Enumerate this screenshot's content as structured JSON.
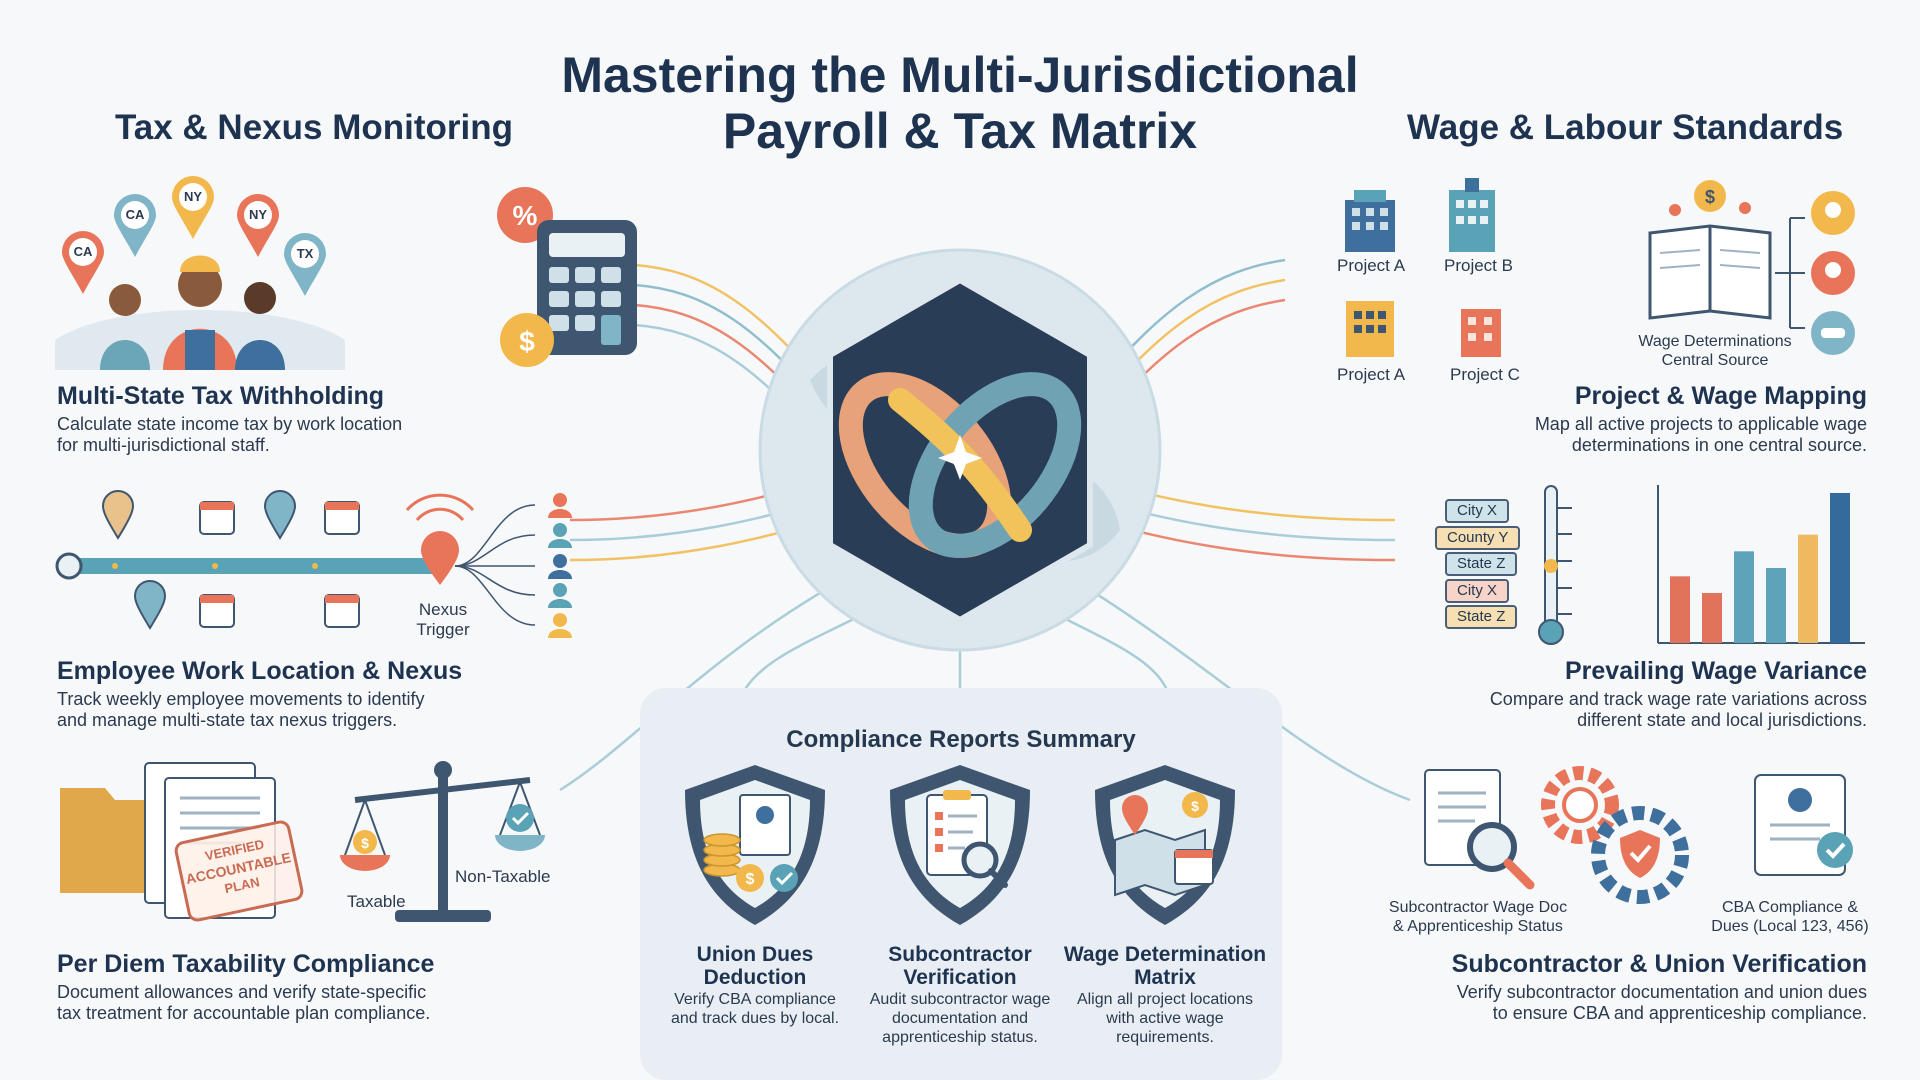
{
  "title": {
    "line1": "Mastering the Multi-Jurisdictional",
    "line2": "Payroll & Tax Matrix"
  },
  "left_heading": "Tax & Nexus Monitoring",
  "right_heading": "Wage & Labour Standards",
  "pins": [
    "CA",
    "NY",
    "NY",
    "CA",
    "TX"
  ],
  "sections": {
    "multi_state": {
      "title": "Multi-State Tax Withholding",
      "desc1": "Calculate state income tax by work location",
      "desc2": "for multi-jurisdictional staff."
    },
    "work_location": {
      "title": "Employee Work Location & Nexus",
      "desc1": "Track weekly employee movements to identify",
      "desc2": "and manage multi-state tax nexus triggers.",
      "trigger_line1": "Nexus",
      "trigger_line2": "Trigger"
    },
    "per_diem": {
      "title": "Per Diem Taxability Compliance",
      "desc1": "Document allowances and verify state-specific",
      "desc2": "tax treatment for accountable plan compliance.",
      "stamp_line1": "VERIFIED",
      "stamp_line2": "ACCOUNTABLE",
      "stamp_line3": "PLAN",
      "taxable": "Taxable",
      "non_taxable": "Non-Taxable"
    },
    "project_mapping": {
      "title": "Project & Wage Mapping",
      "desc1": "Map all active projects to applicable wage",
      "desc2": "determinations in one central source.",
      "projects": [
        "Project A",
        "Project B",
        "Project A",
        "Project C"
      ],
      "central_line1": "Wage Determinations",
      "central_line2": "Central Source"
    },
    "prevailing": {
      "title": "Prevailing Wage Variance",
      "desc1": "Compare and track wage rate variations across",
      "desc2": "different state and local jurisdictions.",
      "jurisdictions": [
        "City X",
        "County Y",
        "State Z",
        "City X",
        "State Z"
      ]
    },
    "verification": {
      "title": "Subcontractor & Union Verification",
      "desc1": "Verify subcontractor documentation and union dues",
      "desc2": "to ensure CBA and apprenticeship compliance.",
      "doc_line1": "Subcontractor Wage Doc",
      "doc_line2": "& Apprenticeship Status",
      "cba_line1": "CBA Compliance &",
      "cba_line2": "Dues (Local 123, 456)"
    }
  },
  "summary": {
    "title": "Compliance Reports Summary",
    "cards": [
      {
        "title1": "Union Dues",
        "title2": "Deduction",
        "desc1": "Verify CBA compliance",
        "desc2": "and track dues by local.",
        "desc3": ""
      },
      {
        "title1": "Subcontractor",
        "title2": "Verification",
        "desc1": "Audit subcontractor wage",
        "desc2": "documentation and",
        "desc3": "apprenticeship status."
      },
      {
        "title1": "Wage Determination",
        "title2": "Matrix",
        "desc1": "Align all project locations",
        "desc2": "with active wage",
        "desc3": "requirements."
      }
    ]
  },
  "variance_chart": {
    "type": "bar",
    "values": [
      4,
      3,
      5.5,
      4.5,
      6.5,
      9
    ],
    "colors": [
      "#e0735a",
      "#e0735a",
      "#5fa3b8",
      "#5fa3b8",
      "#f0b860",
      "#356a9c"
    ]
  },
  "colors": {
    "navy": "#1e3350",
    "orange": "#e8745a",
    "yellow": "#f2b84b",
    "teal": "#5aa2b5",
    "blue": "#3f6f9c"
  }
}
